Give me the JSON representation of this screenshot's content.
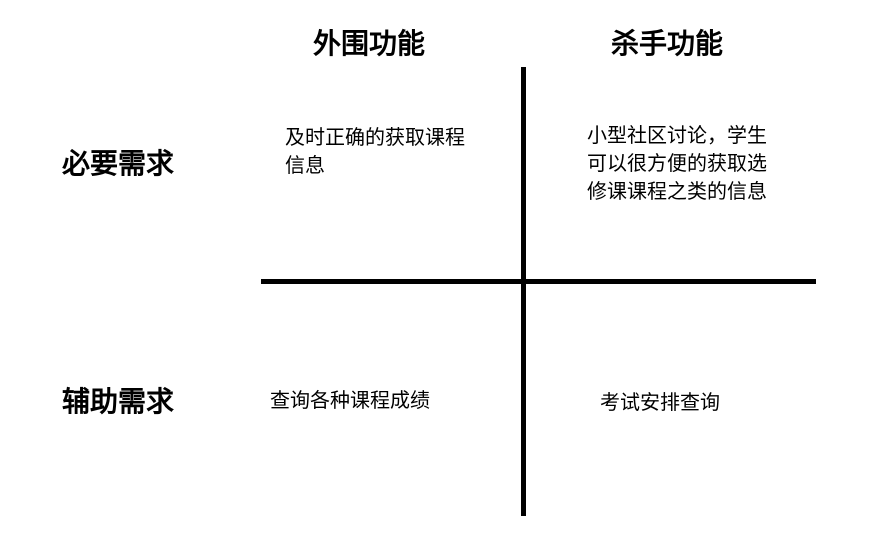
{
  "columns": {
    "outer": "外围功能",
    "killer": "杀手功能"
  },
  "rows": {
    "must": "必要需求",
    "aux": "辅助需求"
  },
  "cells": {
    "must_outer": "及时正确的获取课程信息",
    "must_killer": "小型社区讨论，学生可以很方便的获取选修课课程之类的信息",
    "aux_outer": "查询各种课程成绩",
    "aux_killer": "考试安排查询"
  },
  "colors": {
    "line": "#000000",
    "text": "#000000",
    "background": "#ffffff"
  }
}
